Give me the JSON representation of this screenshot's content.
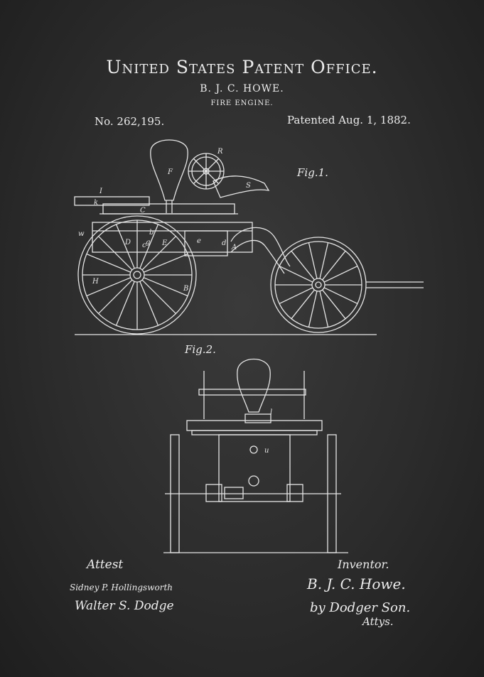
{
  "header": {
    "office": "United States Patent Office.",
    "inventor_name": "B. J. C. HOWE.",
    "invention": "FIRE ENGINE.",
    "patent_number": "No. 262,195.",
    "patent_date": "Patented Aug. 1, 1882."
  },
  "figures": {
    "fig1": "Fig.1.",
    "fig2": "Fig.2."
  },
  "reference_letters": [
    "F",
    "R",
    "S",
    "I",
    "k",
    "C",
    "b",
    "c",
    "D",
    "g",
    "E",
    "e",
    "d",
    "A",
    "B",
    "H",
    "w",
    "l",
    "u"
  ],
  "signatures": {
    "attest": "Attest",
    "witness_1": "Sidney P. Hollingsworth",
    "witness_2": "Walter S. Dodge",
    "inventor_label": "Inventor.",
    "inventor": "B. J. C. Howe.",
    "attorney_by": "by Dodger Son.",
    "attorney_title": "Attys."
  },
  "colors": {
    "background": "#2c2c2c",
    "ink": "#ececec"
  }
}
